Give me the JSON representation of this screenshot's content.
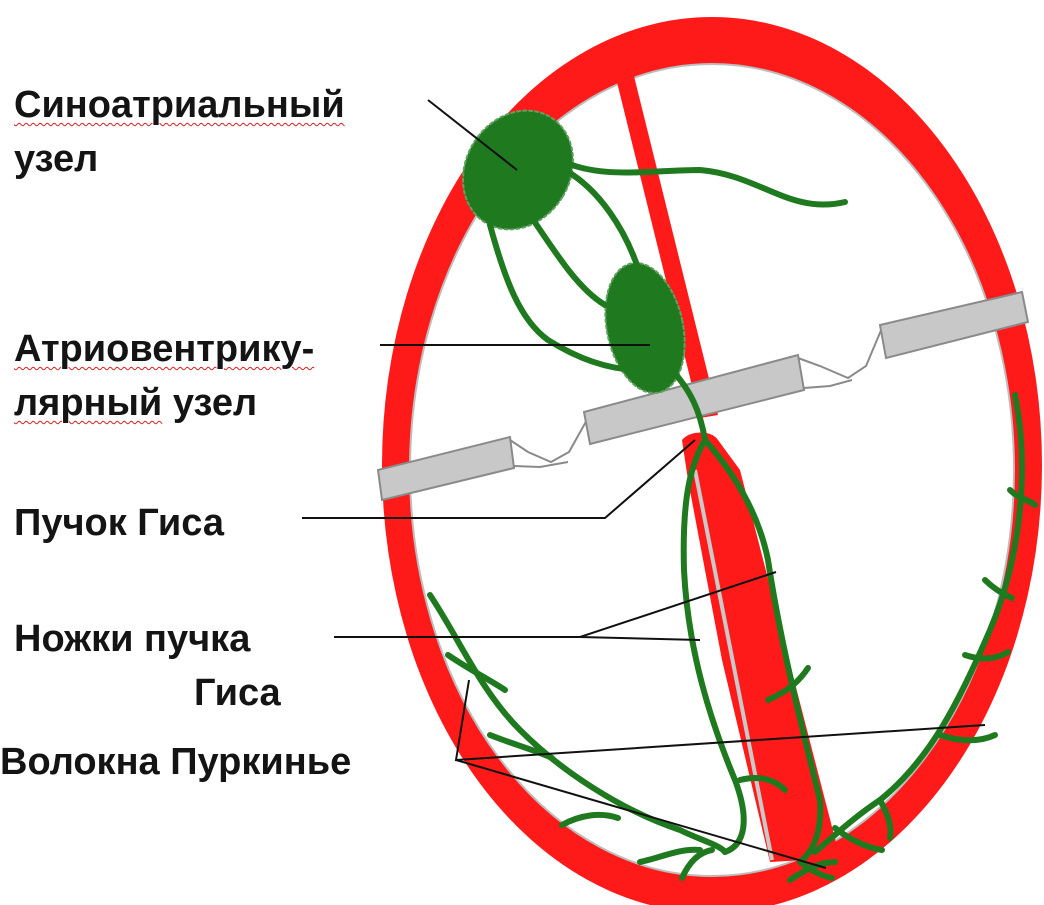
{
  "labels": {
    "sa_node": {
      "line1": "Синоатриальный",
      "line2": "узел"
    },
    "av_node": {
      "line1": "Атриовентрику-",
      "line2_word": "лярный",
      "line2_rest": " узел"
    },
    "his_bundle": "Пучок Гиса",
    "bundle_branches": {
      "line1": "Ножки пучка",
      "line2": "Гиса"
    },
    "purkinje": "Волокна Пуркинье"
  },
  "colors": {
    "heart_wall": "#ff1a1a",
    "interior": "#ffffff",
    "conduction": "#1f7a1f",
    "valve_plane": "#c8c8c8",
    "leader_line": "#111111",
    "text": "#141414",
    "spellcheck_underline": "#d42020"
  }
}
